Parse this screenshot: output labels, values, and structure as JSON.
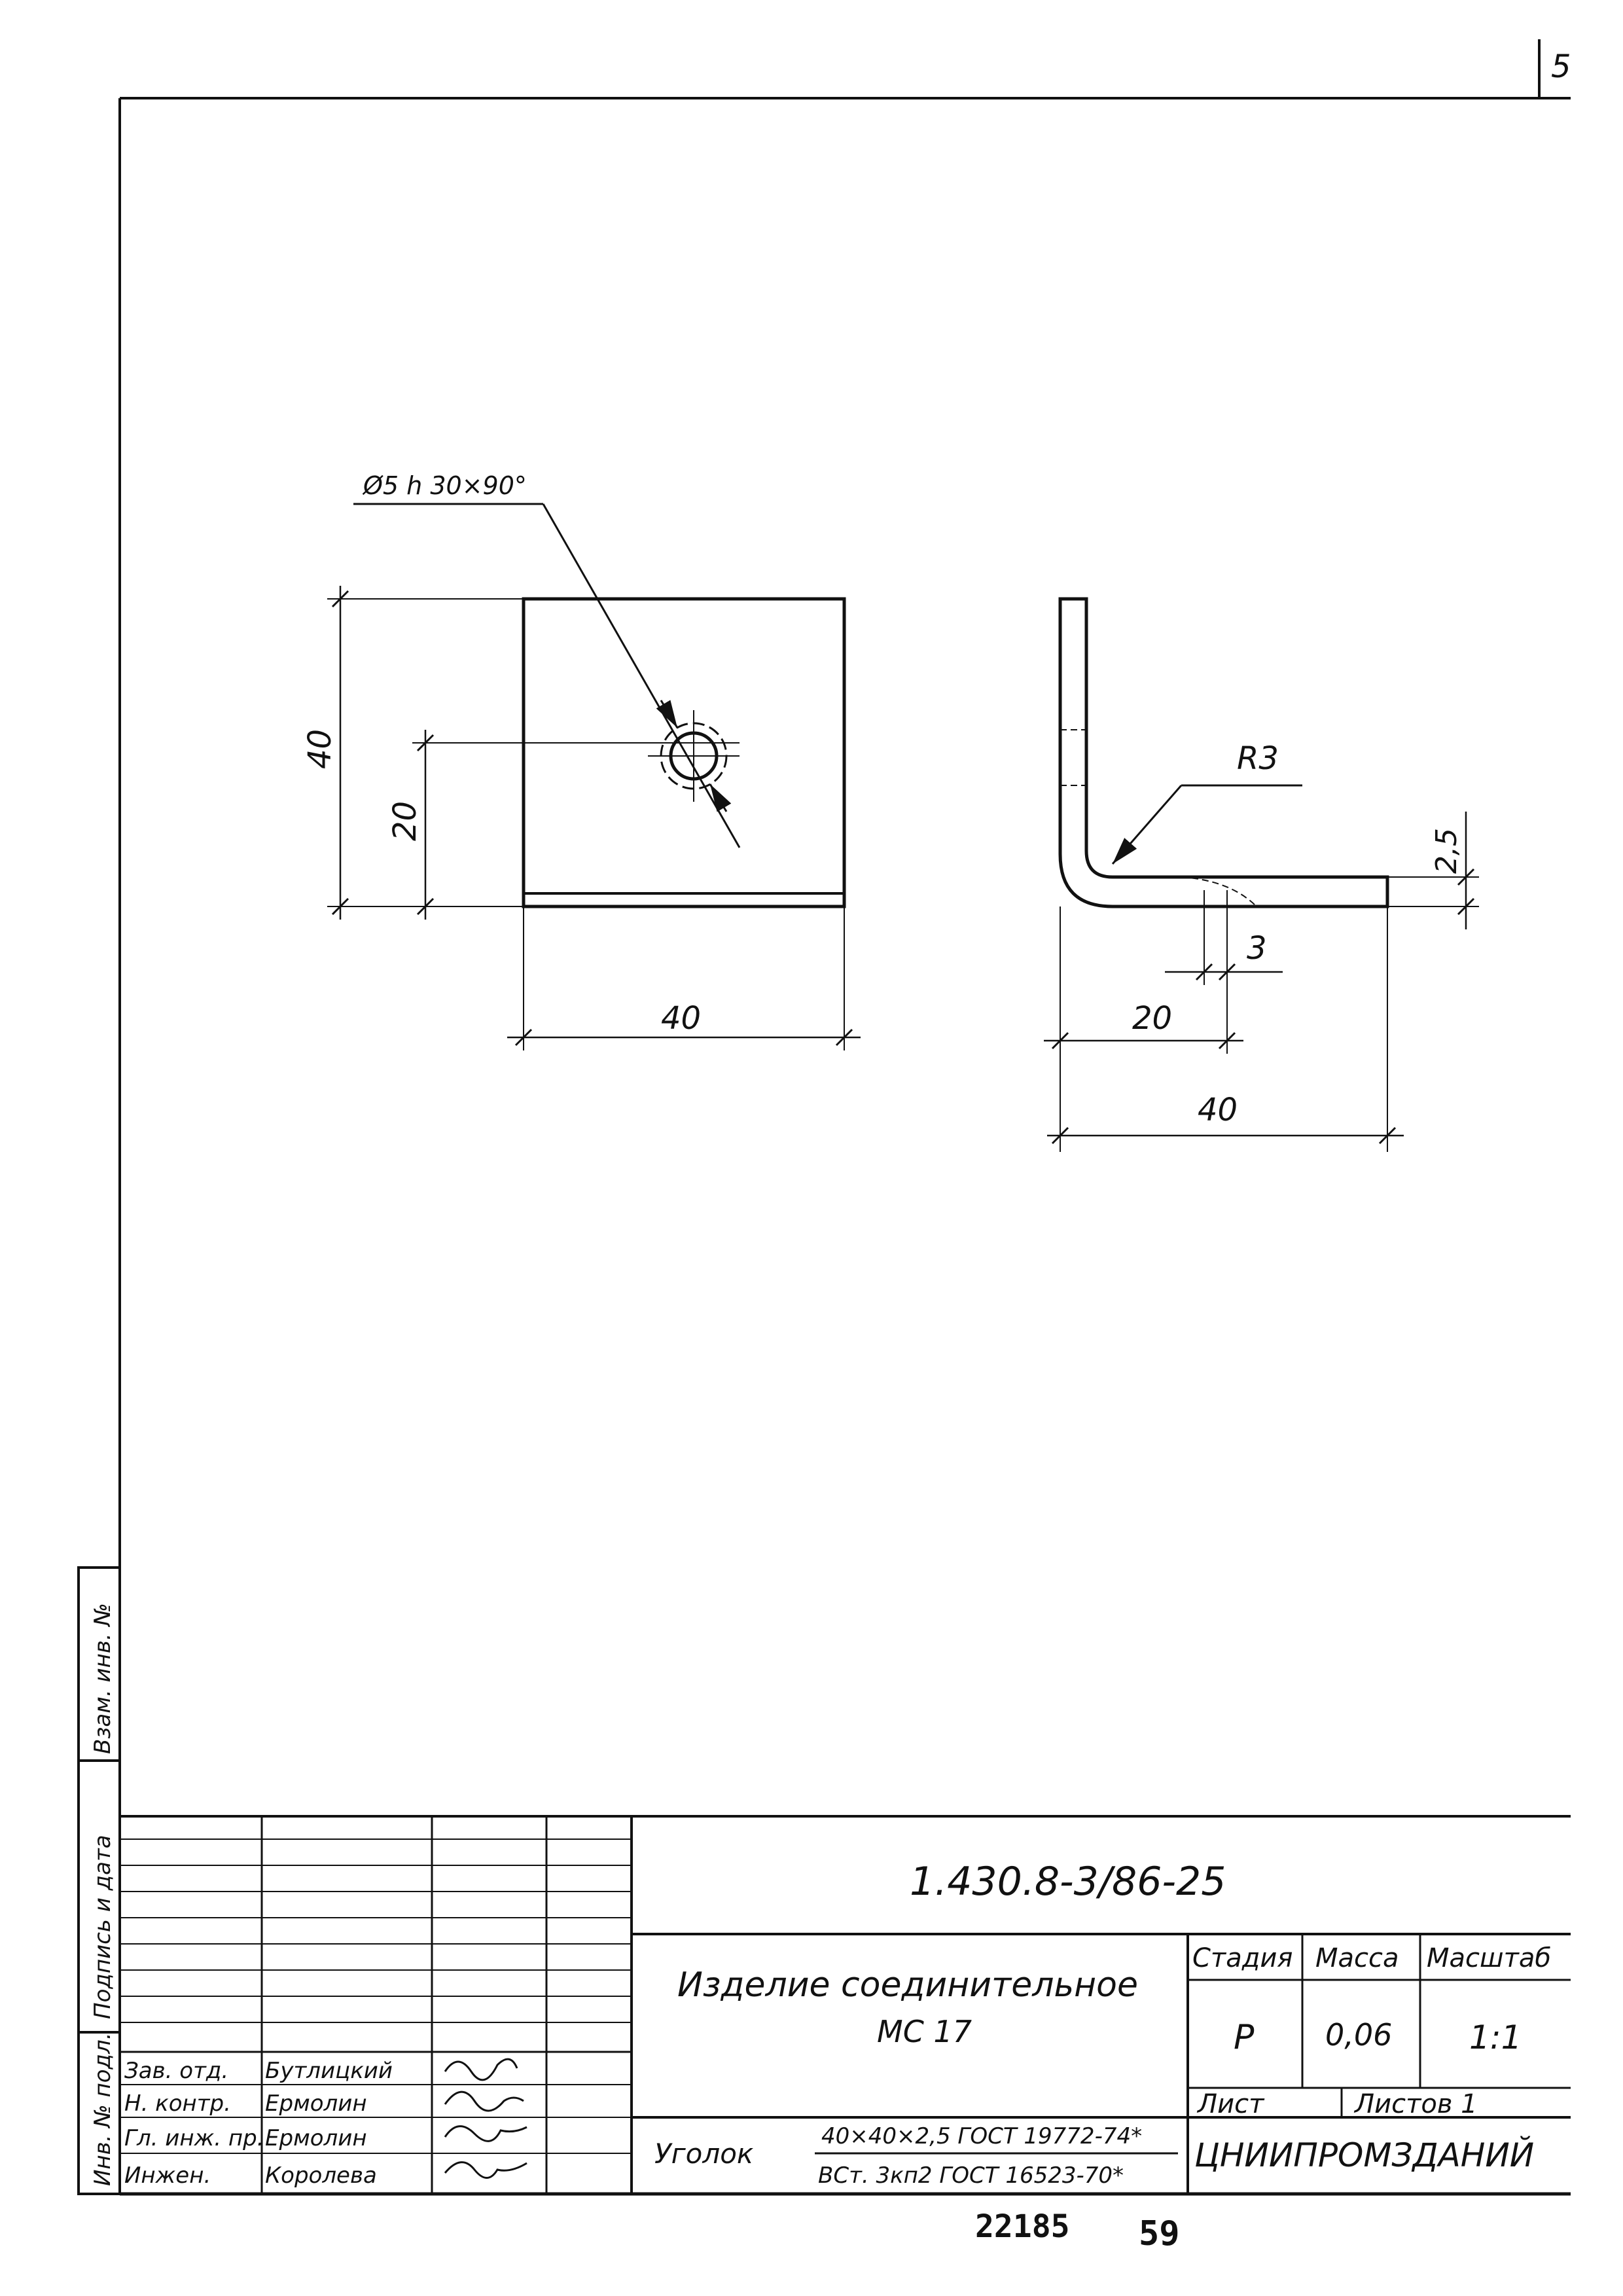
{
  "corner_number": "5",
  "drawing": {
    "hole_callout": "Ø5 h 30×90°",
    "dim_height": "40",
    "dim_hole_offset": "20",
    "dim_width": "40",
    "radius": "R3",
    "thickness": "2,5",
    "dim_small": "3",
    "dim_side_half": "20",
    "dim_side_full": "40"
  },
  "left_strip": {
    "inv_orig": "Инв. № подл.",
    "sign_date": "Подпись и дата",
    "inv_dup": "Взам. инв. №"
  },
  "title_block": {
    "doc_code": "1.430.8-3/86-25",
    "item_title": "Изделие соединительное",
    "item_sub": "МС 17",
    "hdr_stage": "Стадия",
    "hdr_mass": "Масса",
    "hdr_scale": "Масштаб",
    "stage": "Р",
    "mass": "0,06",
    "scale": "1:1",
    "sheet": "Лист",
    "sheets": "Листов 1",
    "material_label": "Уголок",
    "material_top": "40×40×2,5 ГОСТ 19772-74*",
    "material_bottom": "ВСт. 3кп2 ГОСТ 16523-70*",
    "org": "ЦНИИПРОМЗДАНИЙ",
    "roles": [
      {
        "role": "Зав. отд.",
        "name": "Бутлицкий"
      },
      {
        "role": "Н. контр.",
        "name": "Ермолин"
      },
      {
        "role": "Гл. инж. пр.",
        "name": "Ермолин"
      },
      {
        "role": "Инжен.",
        "name": "Королева"
      }
    ]
  },
  "footer": {
    "number": "22185",
    "page": "59"
  }
}
